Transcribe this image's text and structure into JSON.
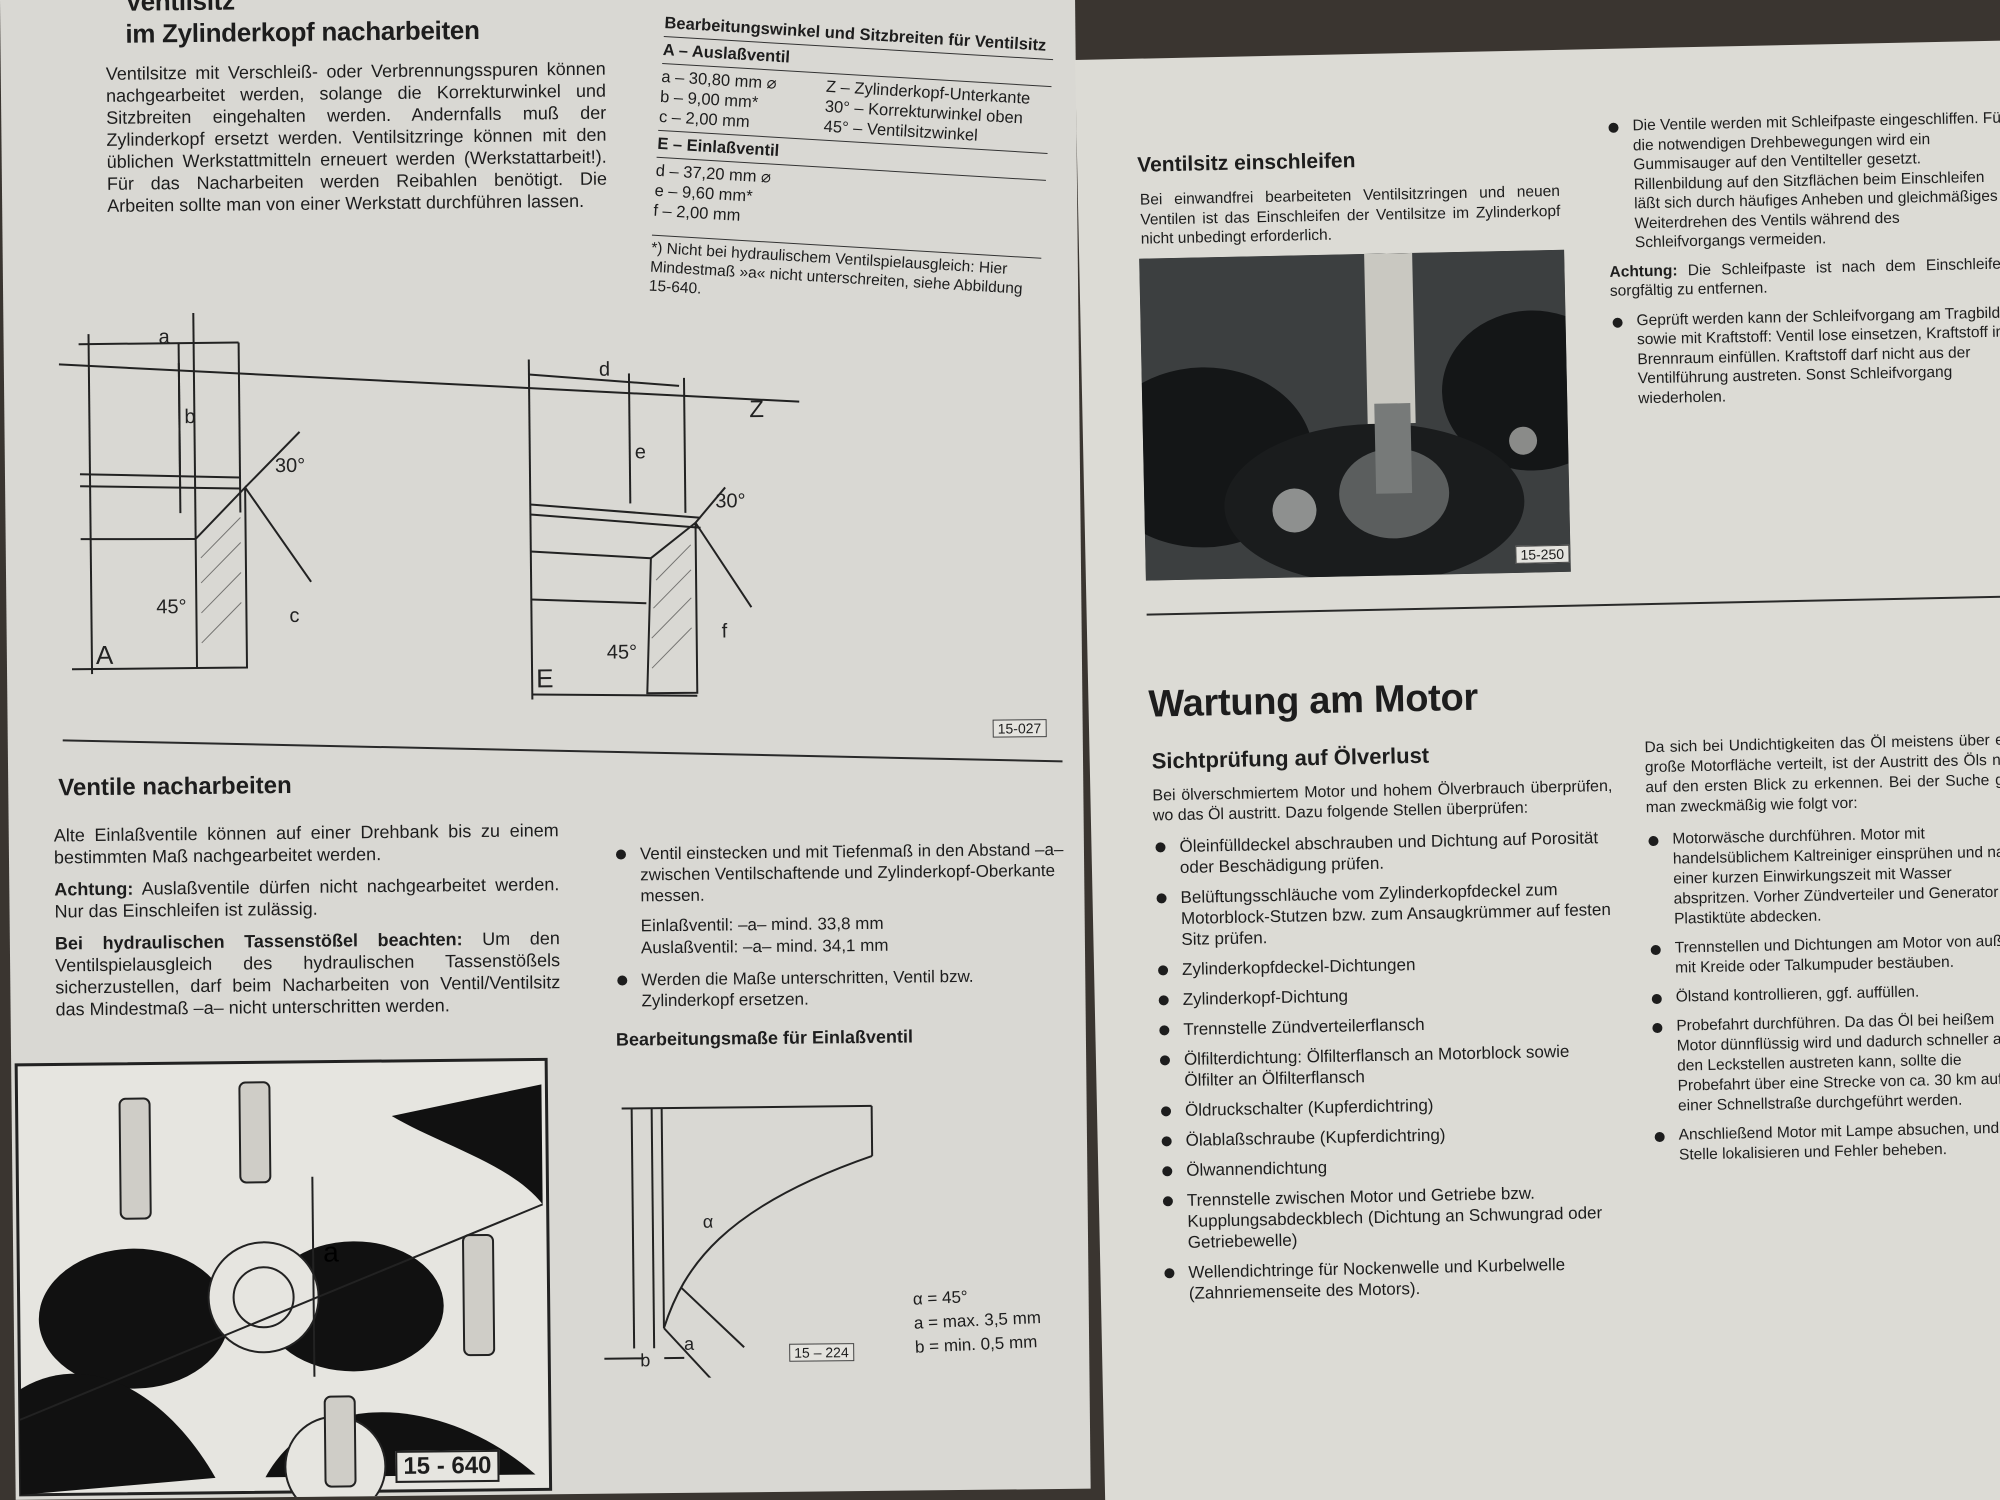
{
  "left": {
    "sec1": {
      "title_line1": "Ventilsitz",
      "title_line2": "im Zylinderkopf nacharbeiten",
      "body": "Ventilsitze mit Verschleiß- oder Verbrennungsspuren können nachgearbeitet werden, solange die Korrekturwinkel und Sitzbreiten eingehalten werden. Andernfalls muß der Zylinderkopf ersetzt werden. Ventilsitzringe können mit den üblichen Werkstattmitteln erneuert werden (Werkstattarbeit!). Für das Nacharbeiten werden Reibahlen benötigt. Die Arbeiten sollte man von einer Werkstatt durchführen lassen."
    },
    "table": {
      "title": "Bearbeitungswinkel und Sitzbreiten für Ventilsitz",
      "a_head": "A – Auslaßventil",
      "a_rows": [
        "a – 30,80 mm ⌀",
        "b –   9,00 mm*",
        "c –   2,00 mm"
      ],
      "legend": [
        "Z – Zylinderkopf-Unterkante",
        "30° – Korrekturwinkel oben",
        "45° – Ventilsitzwinkel"
      ],
      "e_head": "E – Einlaßventil",
      "e_rows": [
        "d – 37,20 mm ⌀",
        "e – 9,60 mm*",
        "f – 2,00 mm"
      ],
      "footnote": "*) Nicht bei hydraulischem Ventilspielausgleich: Hier Mindestmaß »a« nicht unterschreiten, siehe Abbildung 15-640."
    },
    "diagram": {
      "a": "a",
      "b": "b",
      "c": "c",
      "d": "d",
      "e": "e",
      "f": "f",
      "z": "Z",
      "angle30": "30°",
      "angle45": "45°",
      "letterA": "A",
      "letterE": "E",
      "code": "15-027"
    },
    "sec2": {
      "title": "Ventile nacharbeiten",
      "p1": "Alte Einlaßventile können auf einer Drehbank bis zu einem bestimmten Maß nachgearbeitet werden.",
      "p2_label": "Achtung:",
      "p2": " Auslaßventile dürfen nicht nachgearbeitet werden. Nur das Einschleifen ist zulässig.",
      "p3_label": "Bei hydraulischen Tassenstößel beachten:",
      "p3": " Um den Ventilspielausgleich des hydraulischen Tassenstößels sicherzustellen, darf beim Nacharbeiten von Ventil/Ventilsitz das Mindestmaß –a– nicht unterschritten werden.",
      "bullet1": "Ventil einstecken und mit Tiefenmaß in den Abstand –a– zwischen Ventilschaftende und Zylinderkopf-Oberkante messen.",
      "meas1": "Einlaßventil: –a– mind. 33,8 mm",
      "meas2": "Auslaßventil: –a– mind. 34,1 mm",
      "bullet2": "Werden die Maße unterschritten, Ventil bzw. Zylinderkopf ersetzen.",
      "sub_title": "Bearbeitungsmaße für Einlaßventil",
      "alpha": "α  =  45°",
      "a_max": "a  =  max. 3,5 mm",
      "b_min": "b  =  min. 0,5 mm",
      "code224": "15 – 224",
      "code640": "15 - 640",
      "label_a": "a",
      "label_b": "b",
      "label_alpha": "α"
    }
  },
  "right": {
    "sec1": {
      "title": "Ventilsitz einschleifen",
      "body": "Bei einwandfrei bearbeiteten Ventilsitzringen und neuen Ventilen ist das Einschleifen der Ventilsitze im Zylinderkopf nicht unbedingt erforderlich.",
      "photo_code": "15-250",
      "bullet1": "Die Ventile werden mit Schleifpaste eingeschliffen. Für die notwendigen Drehbewegungen wird ein Gummisauger auf den Ventilteller gesetzt. Rillenbildung auf den Sitzflächen beim Einschleifen läßt sich durch häufiges Anheben und gleichmäßiges Weiterdrehen des Ventils während des Schleifvorgangs vermeiden.",
      "note_label": "Achtung:",
      "note": " Die Schleifpaste ist nach dem Einschleifen sorgfältig zu entfernen.",
      "bullet2": "Geprüft werden kann der Schleifvorgang am Tragbild sowie mit Kraftstoff: Ventil lose einsetzen, Kraftstoff in Brennraum einfüllen. Kraftstoff darf nicht aus der Ventilführung austreten. Sonst Schleifvorgang wiederholen."
    },
    "sec2": {
      "title": "Wartung am Motor",
      "subtitle": "Sichtprüfung auf Ölverlust",
      "intro": "Bei ölverschmiertem Motor und hohem Ölverbrauch überprüfen, wo das Öl austritt. Dazu folgende Stellen überprüfen:",
      "items": [
        "Öleinfülldeckel abschrauben und Dichtung auf Porosität oder Beschädigung prüfen.",
        "Belüftungsschläuche vom Zylinderkopfdeckel zum Motorblock-Stutzen bzw. zum Ansaugkrümmer auf festen Sitz prüfen.",
        "Zylinderkopfdeckel-Dichtungen",
        "Zylinderkopf-Dichtung",
        "Trennstelle Zündverteilerflansch",
        "Ölfilterdichtung: Ölfilterflansch an Motorblock sowie Ölfilter an Ölfilterflansch",
        "Öldruckschalter (Kupferdichtring)",
        "Ölablaßschraube (Kupferdichtring)",
        "Ölwannendichtung",
        "Trennstelle zwischen Motor und Getriebe bzw. Kupplungsabdeckblech (Dichtung an Schwungrad oder Getriebewelle)",
        "Wellendichtringe für Nockenwelle und Kurbelwelle (Zahnriemenseite des Motors)."
      ],
      "col2_intro": "Da sich bei Undichtigkeiten das Öl meistens über eine große Motorfläche verteilt, ist der Austritt des Öls nicht auf den ersten Blick zu erkennen. Bei der Suche geht man zweckmäßig wie folgt vor:",
      "col2_items": [
        "Motorwäsche durchführen. Motor mit handelsüblichem Kaltreiniger einsprühen und nach einer kurzen Einwirkungszeit mit Wasser abspritzen. Vorher Zündverteiler und Generator mit Plastiktüte abdecken.",
        "Trennstellen und Dichtungen am Motor von außen mit Kreide oder Talkumpuder bestäuben.",
        "Ölstand kontrollieren, ggf. auffüllen.",
        "Probefahrt durchführen. Da das Öl bei heißem Motor dünnflüssig wird und dadurch schneller an den Leckstellen austreten kann, sollte die Probefahrt über eine Strecke von ca. 30 km auf einer Schnellstraße durchgeführt werden.",
        "Anschließend Motor mit Lampe absuchen, undichte Stelle lokalisieren und Fehler beheben."
      ]
    }
  }
}
